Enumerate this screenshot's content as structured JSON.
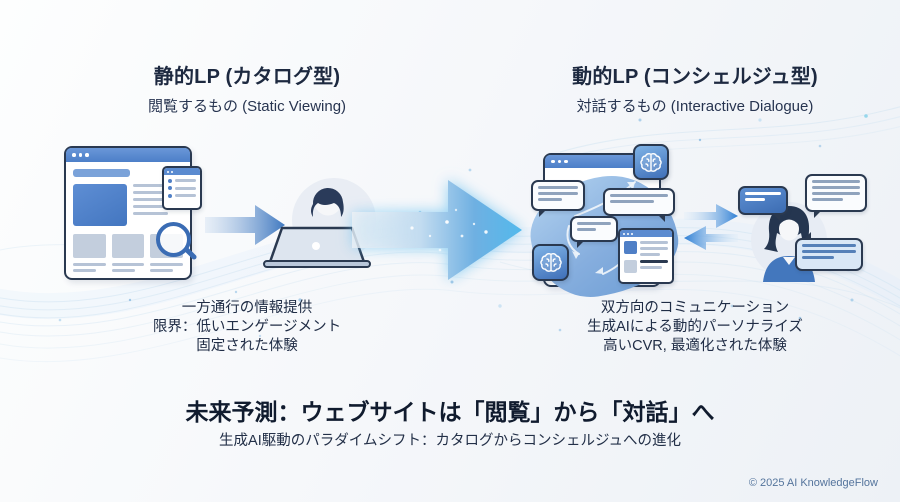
{
  "slide": {
    "left_section": {
      "title": "静的LP (カタログ型)",
      "subtitle": "閲覧するもの (Static Viewing)",
      "caption_lines": [
        "一方通行の情報提供",
        "限界：低いエンゲージメント",
        "固定された体験"
      ]
    },
    "right_section": {
      "title": "動的LP (コンシェルジュ型)",
      "subtitle": "対話するもの (Interactive Dialogue)",
      "caption_lines": [
        "双方向のコミュニケーション",
        "生成AIによる動的パーソナライズ",
        "高いCVR, 最適化された体験"
      ]
    },
    "footer": {
      "headline": "未来予測：ウェブサイトは「閲覧」から「対話」へ",
      "subheadline": "生成AI駆動のパラダイムシフト：カタログからコンシェルジュへの進化",
      "copyright": "© 2025 AI KnowledgeFlow"
    },
    "icons": {
      "left_illustration": "static-webpage-with-magnifier",
      "left_actor": "person-viewing-laptop",
      "center": "transformation-arrow",
      "right_illustration": "ai-chat-interface-with-brains",
      "right_actor": "person-in-dialogue"
    },
    "colors": {
      "outline_navy": "#2a3950",
      "text_navy": "#1d2940",
      "accent_blue": "#3f78c0",
      "arrow_head_blue": "#52b9ec",
      "wave_blue": "#cfe3f2",
      "copyright_blue": "#54749c"
    }
  }
}
